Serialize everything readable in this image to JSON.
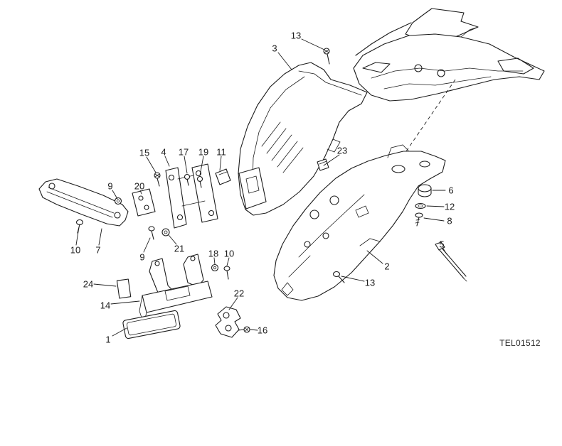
{
  "diagram": {
    "code_label": "TEL01512",
    "callouts": [
      {
        "label": "13"
      },
      {
        "label": "3"
      },
      {
        "label": "23"
      },
      {
        "label": "15"
      },
      {
        "label": "4"
      },
      {
        "label": "17"
      },
      {
        "label": "19"
      },
      {
        "label": "11"
      },
      {
        "label": "9"
      },
      {
        "label": "20"
      },
      {
        "label": "6"
      },
      {
        "label": "12"
      },
      {
        "label": "8"
      },
      {
        "label": "10"
      },
      {
        "label": "7"
      },
      {
        "label": "9"
      },
      {
        "label": "21"
      },
      {
        "label": "18"
      },
      {
        "label": "10"
      },
      {
        "label": "5"
      },
      {
        "label": "2"
      },
      {
        "label": "13"
      },
      {
        "label": "24"
      },
      {
        "label": "14"
      },
      {
        "label": "22"
      },
      {
        "label": "1"
      },
      {
        "label": "16"
      }
    ]
  }
}
